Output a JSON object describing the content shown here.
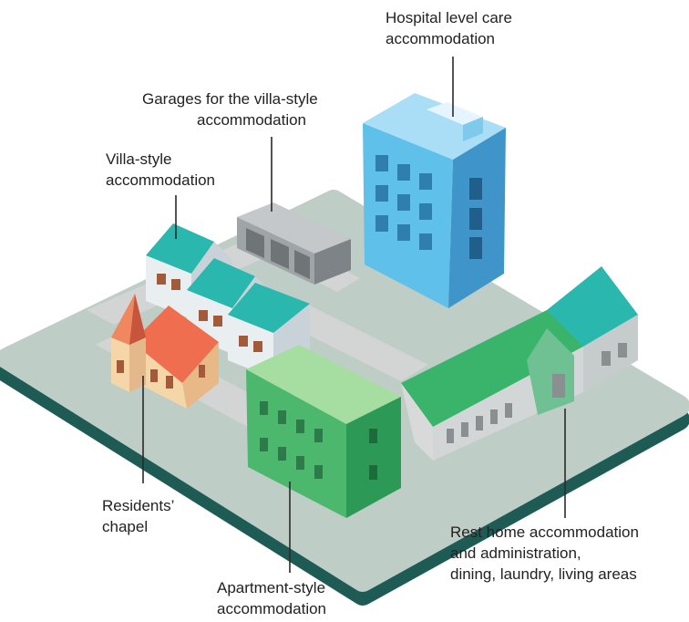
{
  "labels": {
    "hospital": [
      "Hospital level care",
      "accommodation"
    ],
    "garages": [
      "Garages for the villa-style",
      "accommodation"
    ],
    "villa": [
      "Villa-style",
      "accommodation"
    ],
    "chapel": [
      "Residents’",
      "chapel"
    ],
    "apartment": [
      "Apartment-style",
      "accommodation"
    ],
    "rest_home": [
      "Rest home accommodation",
      "and administration,",
      "dining, laundry, living areas"
    ]
  },
  "colors": {
    "ground_top": "#bfcdc7",
    "ground_edge": "#1f5b55",
    "road": "#d2d4d4",
    "hospital_front": "#5fc0ea",
    "hospital_side": "#3f95c9",
    "hospital_roof": "#a9def6",
    "villa_roof": "#2ab7ae",
    "villa_wall": "#e9eef1",
    "chapel_roof": "#ee6e4f",
    "chapel_wall": "#f4d6a8",
    "apartment_front": "#4cb86d",
    "apartment_side": "#2c9a56",
    "apartment_roof": "#a6dda1",
    "rest_home_roof": "#39b46a",
    "rest_home_wall": "#d3d6d6",
    "garage": "#9fa4a7",
    "leader_line": "#2a2a2a"
  }
}
